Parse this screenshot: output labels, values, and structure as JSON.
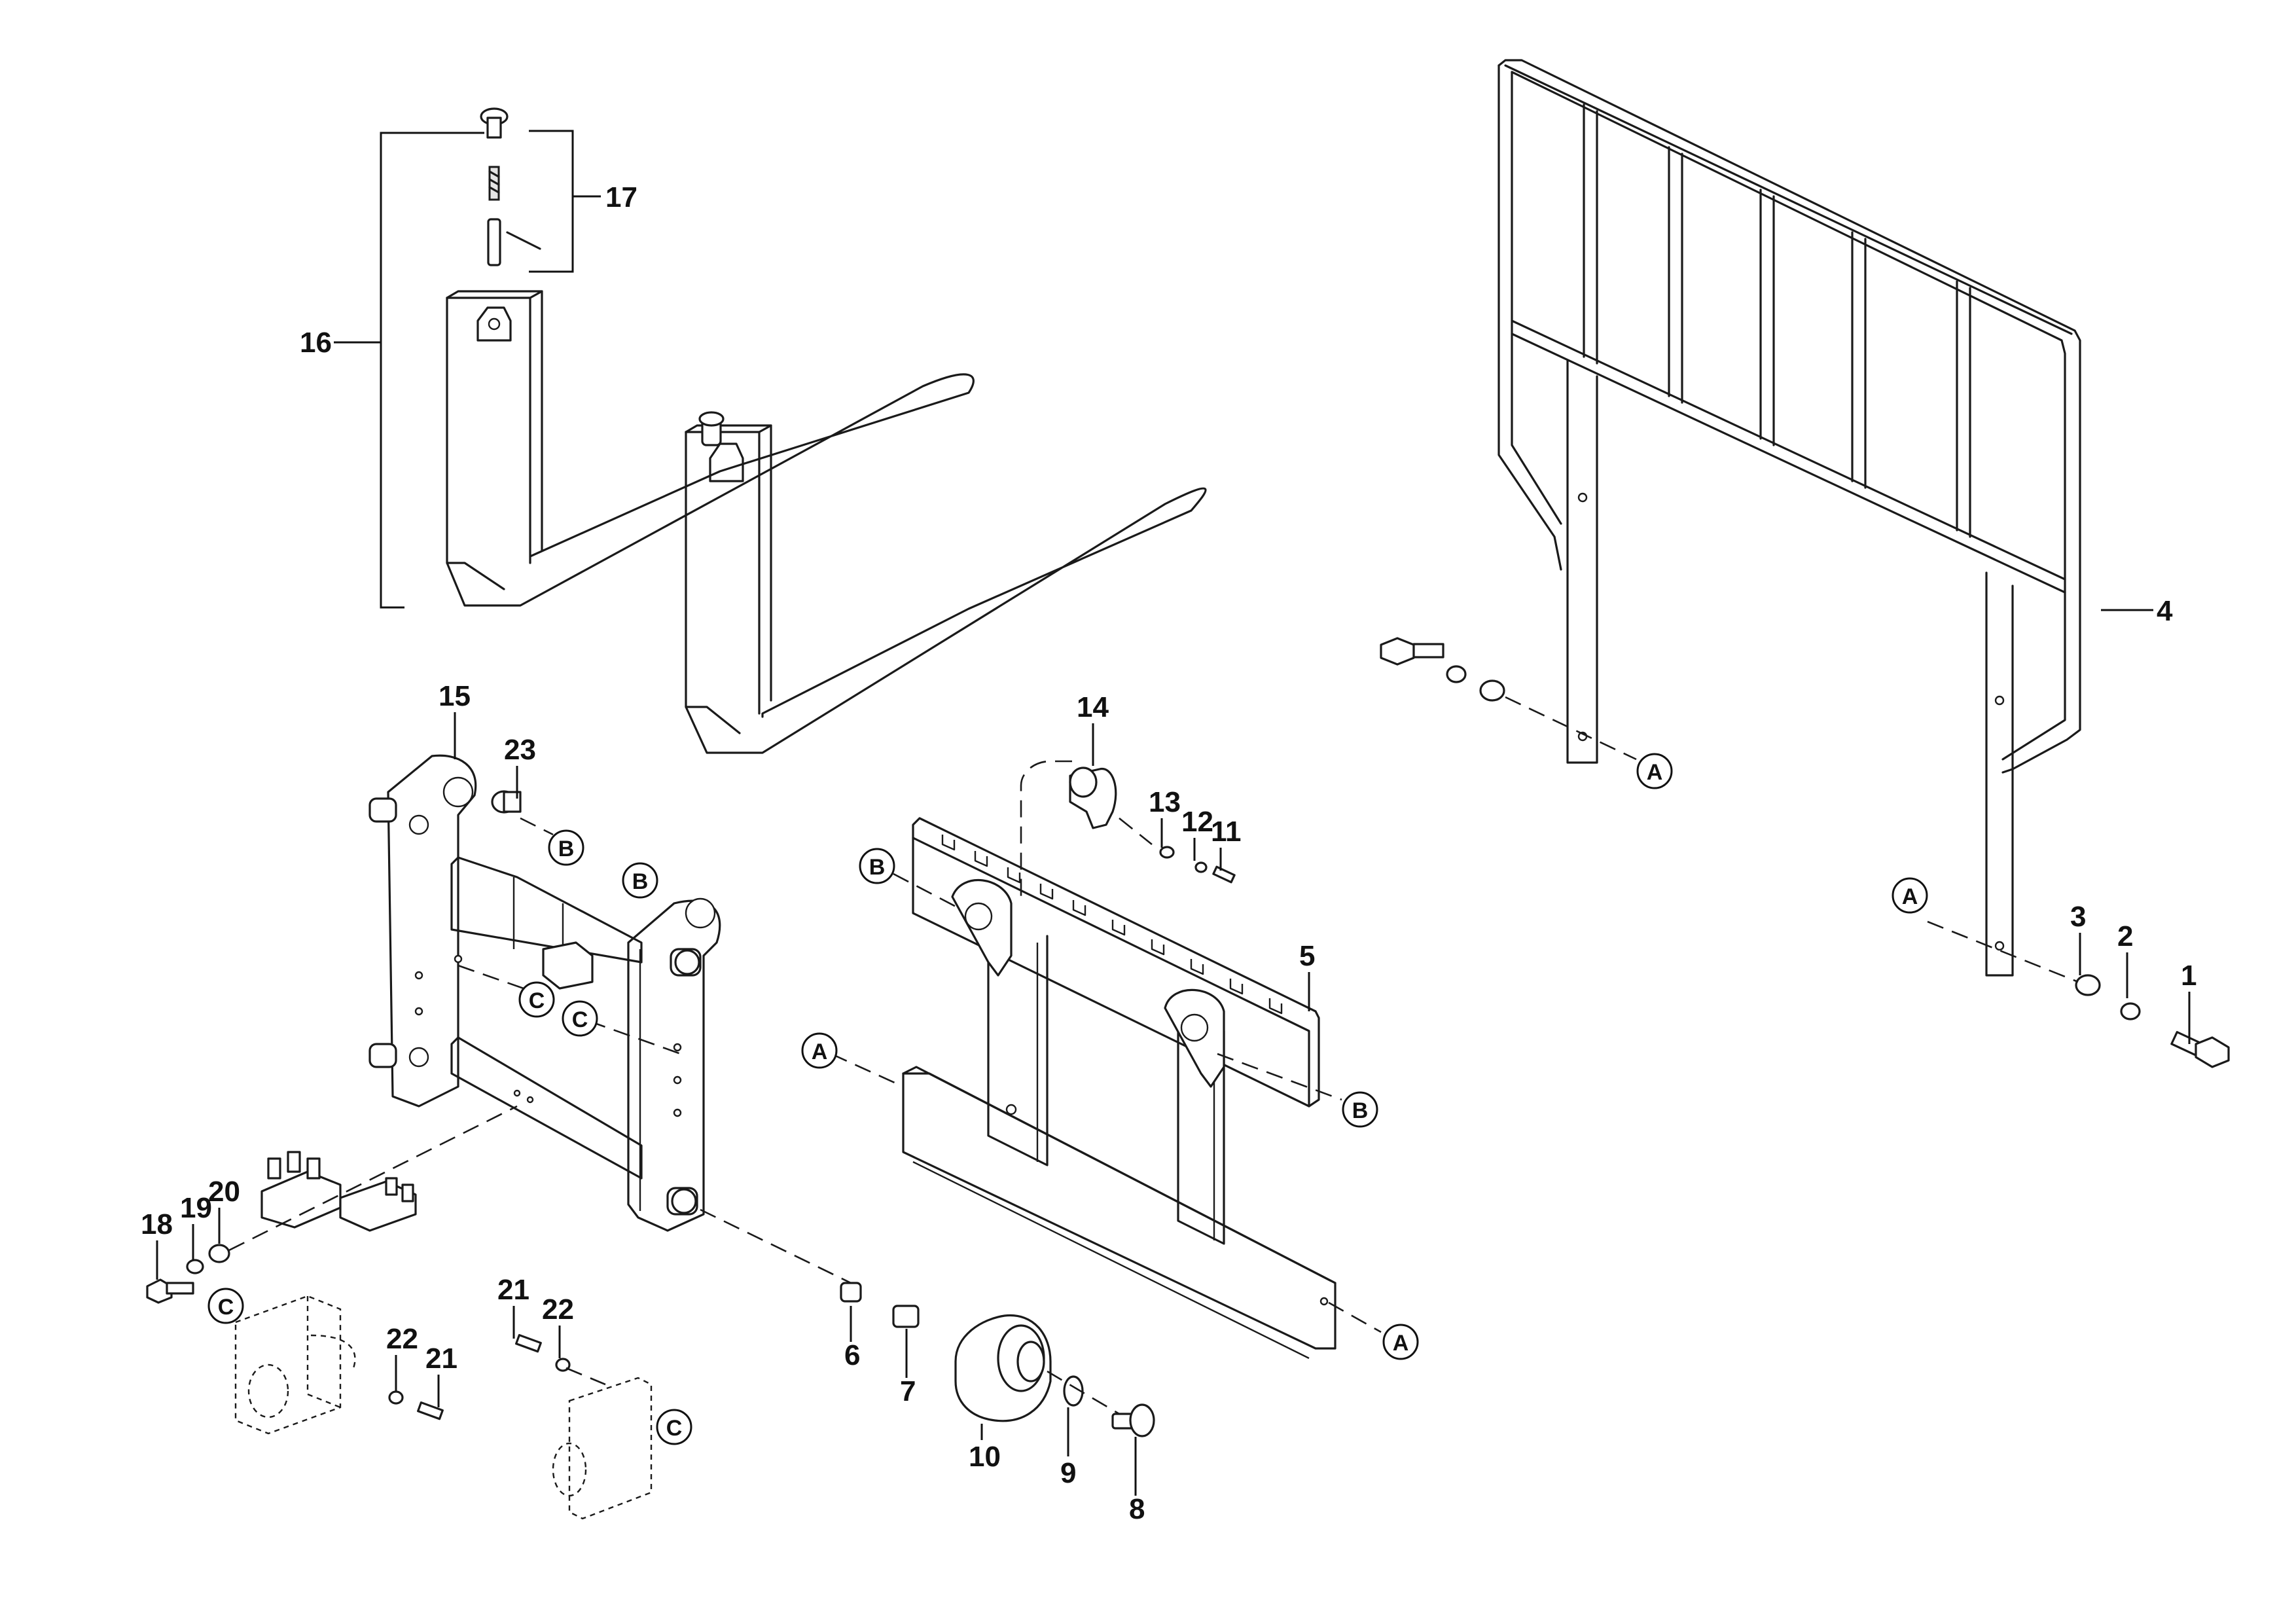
{
  "diagram": {
    "part_numbers": [
      "1",
      "2",
      "3",
      "4",
      "5",
      "6",
      "7",
      "8",
      "9",
      "10",
      "11",
      "12",
      "13",
      "14",
      "15",
      "16",
      "17",
      "18",
      "19",
      "20",
      "21",
      "22",
      "23"
    ],
    "reference_markers": [
      "A",
      "B",
      "C"
    ]
  },
  "labels": {
    "p1": "1",
    "p2": "2",
    "p3": "3",
    "p4": "4",
    "p5": "5",
    "p6": "6",
    "p7": "7",
    "p8": "8",
    "p9": "9",
    "p10": "10",
    "p11": "11",
    "p12": "12",
    "p13": "13",
    "p14": "14",
    "p15": "15",
    "p16": "16",
    "p17": "17",
    "p18": "18",
    "p19": "19",
    "p20": "20",
    "p21": "21",
    "p21b": "21",
    "p22": "22",
    "p22b": "22",
    "p23": "23"
  },
  "refs": {
    "A": "A",
    "B": "B",
    "C": "C"
  }
}
